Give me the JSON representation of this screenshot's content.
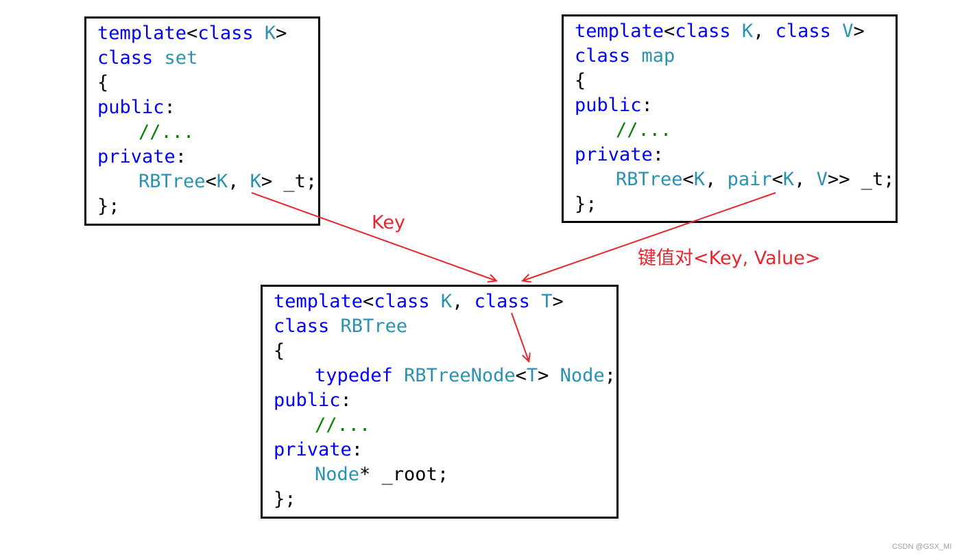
{
  "colors": {
    "keyword": "#0000ff",
    "type": "#2b91af",
    "comment": "#008000",
    "plain": "#000000",
    "arrow": "#e8242e"
  },
  "set_box": {
    "lines": [
      [
        {
          "t": "template",
          "k": "kw"
        },
        {
          "t": "<",
          "k": "pl"
        },
        {
          "t": "class",
          "k": "kw"
        },
        {
          "t": " ",
          "k": "pl"
        },
        {
          "t": "K",
          "k": "ty"
        },
        {
          "t": ">",
          "k": "pl"
        }
      ],
      [
        {
          "t": "class",
          "k": "kw"
        },
        {
          "t": " ",
          "k": "pl"
        },
        {
          "t": "set",
          "k": "ty"
        }
      ],
      [
        {
          "t": "{",
          "k": "pl"
        }
      ],
      [
        {
          "t": "public",
          "k": "kw"
        },
        {
          "t": ":",
          "k": "pl"
        }
      ],
      [
        {
          "i": 1
        },
        {
          "t": "//...",
          "k": "cm"
        }
      ],
      [
        {
          "t": "private",
          "k": "kw"
        },
        {
          "t": ":",
          "k": "pl"
        }
      ],
      [
        {
          "i": 1
        },
        {
          "t": "RBTree",
          "k": "ty"
        },
        {
          "t": "<",
          "k": "pl"
        },
        {
          "t": "K",
          "k": "ty"
        },
        {
          "t": ", ",
          "k": "pl"
        },
        {
          "t": "K",
          "k": "ty"
        },
        {
          "t": "> _t;",
          "k": "pl"
        }
      ],
      [
        {
          "t": "};",
          "k": "pl"
        }
      ]
    ]
  },
  "map_box": {
    "lines": [
      [
        {
          "t": "template",
          "k": "kw"
        },
        {
          "t": "<",
          "k": "pl"
        },
        {
          "t": "class",
          "k": "kw"
        },
        {
          "t": " ",
          "k": "pl"
        },
        {
          "t": "K",
          "k": "ty"
        },
        {
          "t": ", ",
          "k": "pl"
        },
        {
          "t": "class",
          "k": "kw"
        },
        {
          "t": " ",
          "k": "pl"
        },
        {
          "t": "V",
          "k": "ty"
        },
        {
          "t": ">",
          "k": "pl"
        }
      ],
      [
        {
          "t": "class",
          "k": "kw"
        },
        {
          "t": " ",
          "k": "pl"
        },
        {
          "t": "map",
          "k": "ty"
        }
      ],
      [
        {
          "t": "{",
          "k": "pl"
        }
      ],
      [
        {
          "t": "public",
          "k": "kw"
        },
        {
          "t": ":",
          "k": "pl"
        }
      ],
      [
        {
          "i": 1
        },
        {
          "t": "//...",
          "k": "cm"
        }
      ],
      [
        {
          "t": "private",
          "k": "kw"
        },
        {
          "t": ":",
          "k": "pl"
        }
      ],
      [
        {
          "i": 1
        },
        {
          "t": "RBTree",
          "k": "ty"
        },
        {
          "t": "<",
          "k": "pl"
        },
        {
          "t": "K",
          "k": "ty"
        },
        {
          "t": ", ",
          "k": "pl"
        },
        {
          "t": "pair",
          "k": "ty"
        },
        {
          "t": "<",
          "k": "pl"
        },
        {
          "t": "K",
          "k": "ty"
        },
        {
          "t": ", ",
          "k": "pl"
        },
        {
          "t": "V",
          "k": "ty"
        },
        {
          "t": ">> _t;",
          "k": "pl"
        }
      ],
      [
        {
          "t": "};",
          "k": "pl"
        }
      ]
    ]
  },
  "rbtree_box": {
    "lines": [
      [
        {
          "t": "template",
          "k": "kw"
        },
        {
          "t": "<",
          "k": "pl"
        },
        {
          "t": "class",
          "k": "kw"
        },
        {
          "t": " ",
          "k": "pl"
        },
        {
          "t": "K",
          "k": "ty"
        },
        {
          "t": ", ",
          "k": "pl"
        },
        {
          "t": "class",
          "k": "kw"
        },
        {
          "t": " ",
          "k": "pl"
        },
        {
          "t": "T",
          "k": "ty"
        },
        {
          "t": ">",
          "k": "pl"
        }
      ],
      [
        {
          "t": "class",
          "k": "kw"
        },
        {
          "t": " ",
          "k": "pl"
        },
        {
          "t": "RBTree",
          "k": "ty"
        }
      ],
      [
        {
          "t": "{",
          "k": "pl"
        }
      ],
      [
        {
          "i": 1
        },
        {
          "t": "typedef",
          "k": "kw"
        },
        {
          "t": " ",
          "k": "pl"
        },
        {
          "t": "RBTreeNode",
          "k": "ty"
        },
        {
          "t": "<",
          "k": "pl"
        },
        {
          "t": "T",
          "k": "ty"
        },
        {
          "t": "> ",
          "k": "pl"
        },
        {
          "t": "Node",
          "k": "ty"
        },
        {
          "t": ";",
          "k": "pl"
        }
      ],
      [
        {
          "t": "public",
          "k": "kw"
        },
        {
          "t": ":",
          "k": "pl"
        }
      ],
      [
        {
          "i": 1
        },
        {
          "t": "//...",
          "k": "cm"
        }
      ],
      [
        {
          "t": "private",
          "k": "kw"
        },
        {
          "t": ":",
          "k": "pl"
        }
      ],
      [
        {
          "i": 1
        },
        {
          "t": "Node",
          "k": "ty"
        },
        {
          "t": "* _root;",
          "k": "pl"
        }
      ],
      [
        {
          "t": "};",
          "k": "pl"
        }
      ]
    ]
  },
  "labels": {
    "key": "Key",
    "key_value": "键值对<Key, Value>"
  },
  "watermark": "CSDN @GSX_MI"
}
